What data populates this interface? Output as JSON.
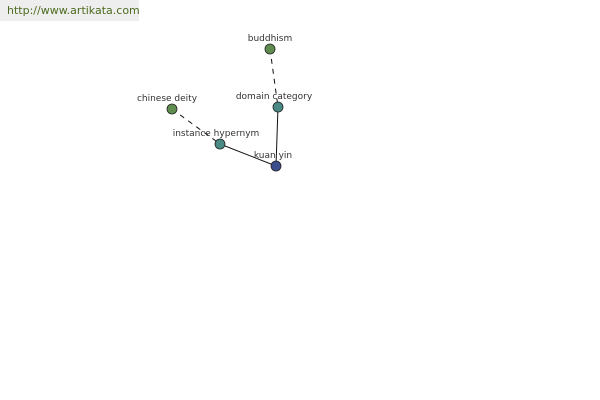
{
  "watermark": {
    "text": "http://www.artikata.com"
  },
  "graph": {
    "nodes": [
      {
        "id": "buddhism",
        "label": "buddhism",
        "color": "#5e8d4f"
      },
      {
        "id": "domain-category",
        "label": "domain category",
        "color": "#4a8a86"
      },
      {
        "id": "chinese-deity",
        "label": "chinese deity",
        "color": "#5e8d4f"
      },
      {
        "id": "instance-hypernym",
        "label": "instance hypernym",
        "color": "#4a8a86"
      },
      {
        "id": "kuan-yin",
        "label": "kuan yin",
        "color": "#3c4f8c"
      }
    ],
    "edges": [
      {
        "from": "buddhism",
        "to": "domain-category",
        "style": "dashed"
      },
      {
        "from": "domain-category",
        "to": "kuan-yin",
        "style": "solid"
      },
      {
        "from": "chinese-deity",
        "to": "instance-hypernym",
        "style": "dashed"
      },
      {
        "from": "instance-hypernym",
        "to": "kuan-yin",
        "style": "solid"
      }
    ]
  }
}
